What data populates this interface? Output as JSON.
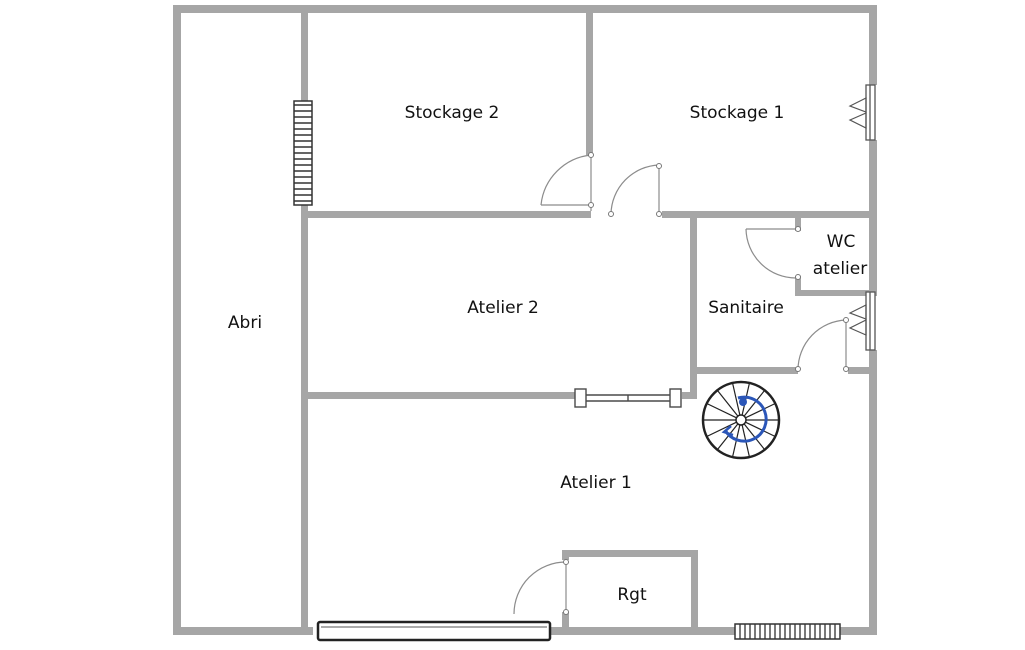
{
  "rooms": {
    "abri": "Abri",
    "stockage2": "Stockage 2",
    "stockage1": "Stockage 1",
    "atelier2": "Atelier 2",
    "atelier1": "Atelier 1",
    "sanitaire": "Sanitaire",
    "wc_line1": "WC",
    "wc_line2": "atelier",
    "rgt": "Rgt"
  },
  "colors": {
    "wall": "#a6a6a6",
    "stair_accent": "#2b56b8",
    "text": "#111111"
  },
  "icons": [
    "spiral-staircase-icon",
    "ladder-icon",
    "radiator-icon"
  ]
}
